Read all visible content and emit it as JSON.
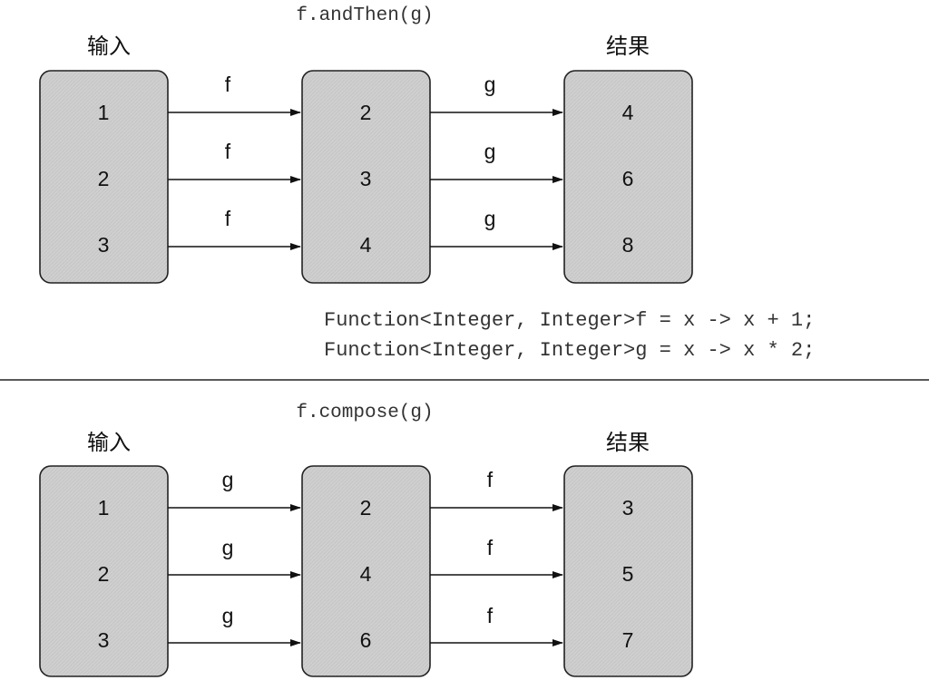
{
  "top_panel": {
    "title": "f.andThen(g)",
    "input_label": "输入",
    "result_label": "结果",
    "input_values": [
      "1",
      "2",
      "3"
    ],
    "middle_values": [
      "2",
      "3",
      "4"
    ],
    "result_values": [
      "4",
      "6",
      "8"
    ],
    "first_arrow_labels": [
      "f",
      "f",
      "f"
    ],
    "second_arrow_labels": [
      "g",
      "g",
      "g"
    ]
  },
  "code": {
    "line1": "Function<Integer, Integer>f = x -> x + 1;",
    "line2": "Function<Integer, Integer>g = x -> x * 2;"
  },
  "bottom_panel": {
    "title": "f.compose(g)",
    "input_label": "输入",
    "result_label": "结果",
    "input_values": [
      "1",
      "2",
      "3"
    ],
    "middle_values": [
      "2",
      "4",
      "6"
    ],
    "result_values": [
      "3",
      "5",
      "7"
    ],
    "first_arrow_labels": [
      "g",
      "g",
      "g"
    ],
    "second_arrow_labels": [
      "f",
      "f",
      "f"
    ]
  }
}
